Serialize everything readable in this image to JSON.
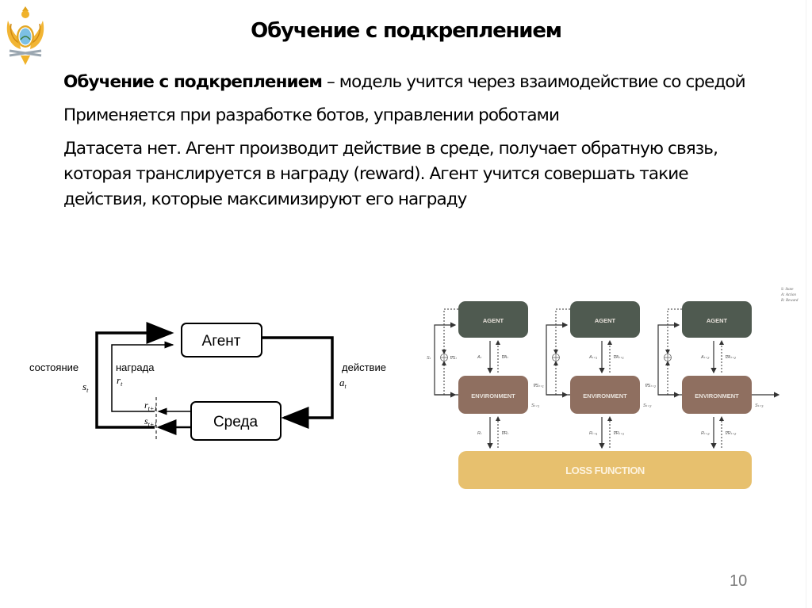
{
  "slide": {
    "title": "Обучение с подкреплением",
    "page_number": "10",
    "logo_icon": "coat-of-arms-eagle-icon"
  },
  "content": {
    "para1_bold": "Обучение с подкреплением",
    "para1_rest": " – модель учится через взаимодействие со средой",
    "para2": "Применяется при разработке ботов, управлении роботами",
    "para3": "Датасета нет. Агент производит действие в среде, получает обратную связь, которая транслируется в награду (reward). Агент учится совершать такие действия, которые максимизируют его награду"
  },
  "left_diagram": {
    "agent_label": "Агент",
    "env_label": "Среда",
    "state_label": "состояние",
    "state_symbol": "s",
    "state_sub": "t",
    "reward_label": "награда",
    "reward_symbol": "r",
    "reward_sub": "t",
    "action_label": "действие",
    "action_symbol": "a",
    "action_sub": "t",
    "next_reward_symbol": "r",
    "next_reward_sub": "t+1",
    "next_state_symbol": "s",
    "next_state_sub": "t+1"
  },
  "right_diagram": {
    "agent_label": "AGENT",
    "env_label": "ENVIRONMENT",
    "loss_label": "LOSS FUNCTION",
    "legend": [
      "S: State",
      "A: Action",
      "R: Reward"
    ],
    "steps": [
      {
        "state_in": "Sₜ",
        "grad_state": "∇Sₜ",
        "action": "Aₜ",
        "grad_action": "∇Aₜ",
        "reward": "Rₜ",
        "grad_reward": "∇Rₜ",
        "state_out": "Sₜ₊₁",
        "grad_state_next": "∇Sₜ₊₁"
      },
      {
        "action": "Aₜ₊₁",
        "grad_action": "∇Aₜ₊₁",
        "reward": "Rₜ₊₁",
        "grad_reward": "∇Rₜ₊₁",
        "state_out": "Sₜ₊₂",
        "grad_state_next": "∇Sₜ₊₂"
      },
      {
        "action": "Aₜ₊₂",
        "grad_action": "∇Aₜ₊₂",
        "reward": "Rₜ₊₂",
        "grad_reward": "∇Rₜ₊₂",
        "state_out": "Sₜ₊₃"
      }
    ],
    "colors": {
      "agent": "#4f5a50",
      "environment": "#8f6f60",
      "loss": "#e7c06e",
      "box_text": "#e9e3dc"
    }
  }
}
